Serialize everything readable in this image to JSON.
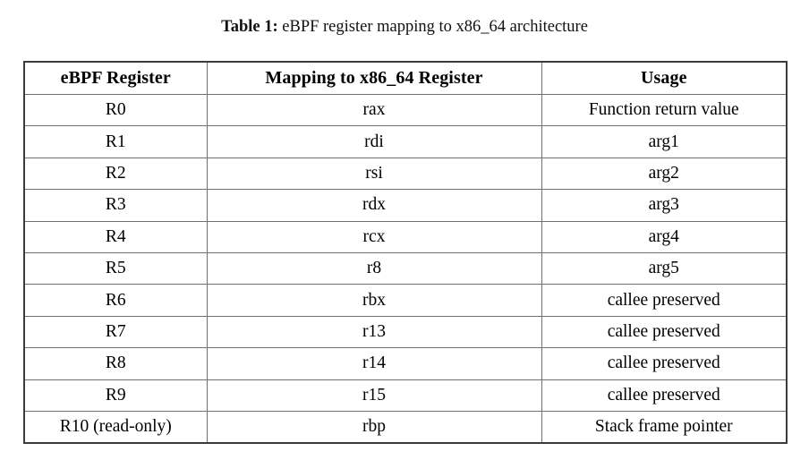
{
  "caption": {
    "label": "Table 1:",
    "text": " eBPF register mapping to x86_64 architecture"
  },
  "table": {
    "columns": [
      "eBPF Register",
      "Mapping to x86_64 Register",
      "Usage"
    ],
    "rows": [
      {
        "register": "R0",
        "mapping": "rax",
        "usage": "Function return value"
      },
      {
        "register": "R1",
        "mapping": "rdi",
        "usage": "arg1"
      },
      {
        "register": "R2",
        "mapping": "rsi",
        "usage": "arg2"
      },
      {
        "register": "R3",
        "mapping": "rdx",
        "usage": "arg3"
      },
      {
        "register": "R4",
        "mapping": "rcx",
        "usage": "arg4"
      },
      {
        "register": "R5",
        "mapping": "r8",
        "usage": "arg5"
      },
      {
        "register": "R6",
        "mapping": "rbx",
        "usage": "callee preserved"
      },
      {
        "register": "R7",
        "mapping": "r13",
        "usage": "callee preserved"
      },
      {
        "register": "R8",
        "mapping": "r14",
        "usage": "callee preserved"
      },
      {
        "register": "R9",
        "mapping": "r15",
        "usage": "callee preserved"
      },
      {
        "register": "R10 (read-only)",
        "mapping": "rbp",
        "usage": "Stack frame pointer"
      }
    ]
  },
  "colors": {
    "page_background": "#ffffff",
    "text": "#000000",
    "outer_border": "#3b3b3b",
    "inner_border": "#6f6f6f"
  }
}
